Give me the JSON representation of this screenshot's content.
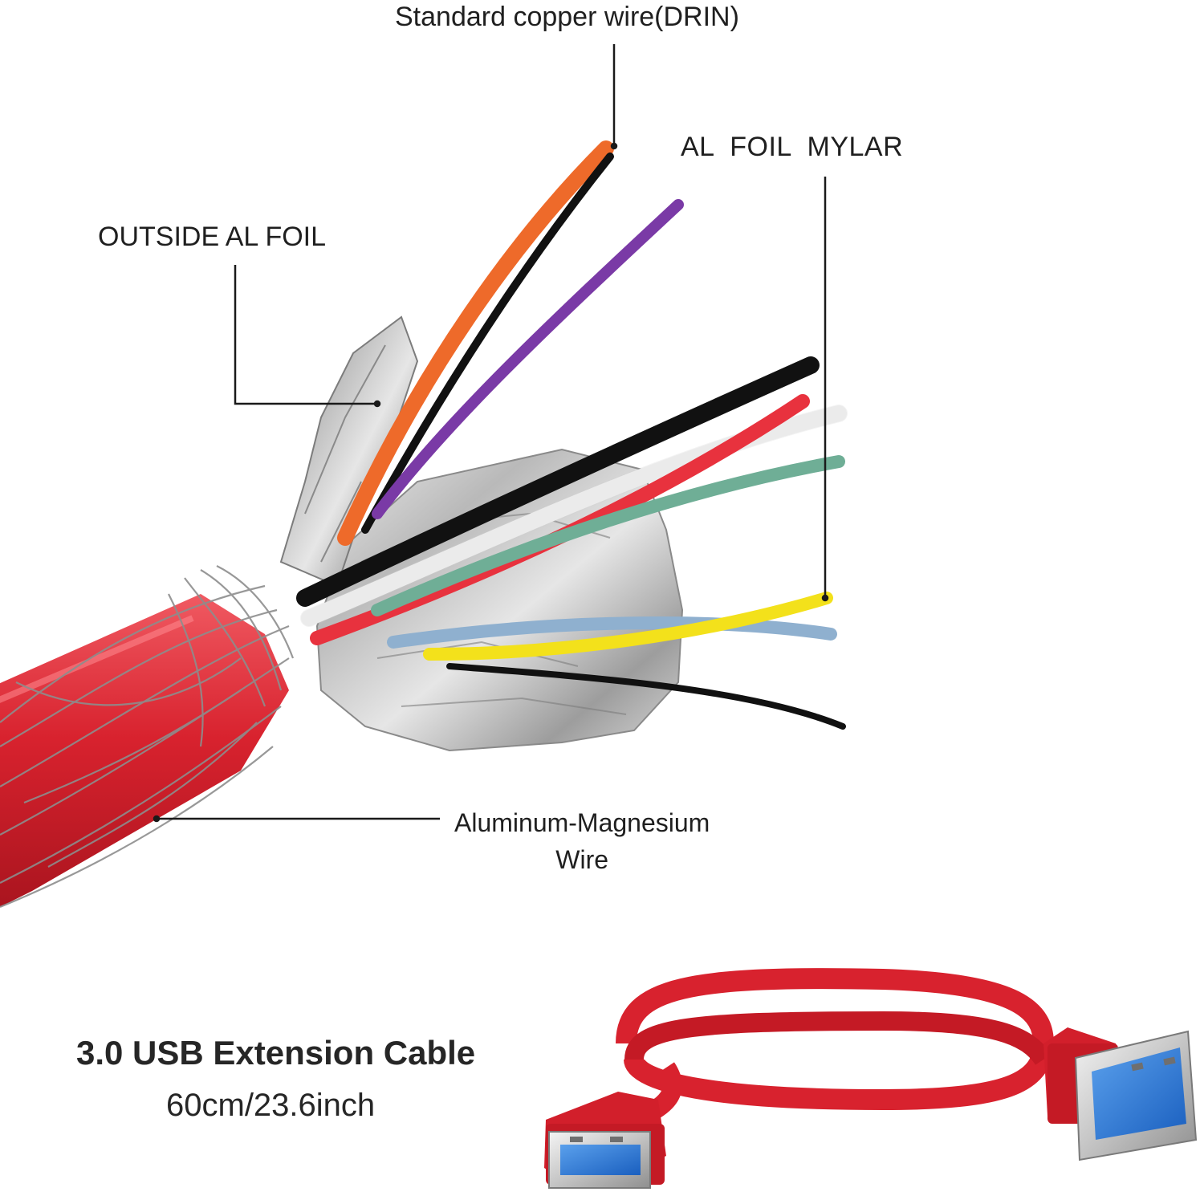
{
  "callouts": {
    "copper_wire": "Standard copper wire(DRIN)",
    "al_foil_mylar": "AL  FOIL  MYLAR",
    "outside_al_foil": "OUTSIDE AL FOIL",
    "aluminum_magnesium_line1": "Aluminum-Magnesium",
    "aluminum_magnesium_line2": "Wire"
  },
  "product": {
    "title": "3.0 USB Extension Cable",
    "length": "60cm/23.6inch"
  },
  "colors": {
    "jacket_red": "#d8222e",
    "foil_silver": "#c9c9c9",
    "usb_blue": "#1f6fd1",
    "wire_orange": "#ee6a2a",
    "wire_purple": "#7a3aa6",
    "wire_black": "#111111",
    "wire_white": "#f4f4f4",
    "wire_red": "#e8323e",
    "wire_green": "#6fae96",
    "wire_yellow": "#f3e11b",
    "wire_blue": "#8fb0cf"
  }
}
